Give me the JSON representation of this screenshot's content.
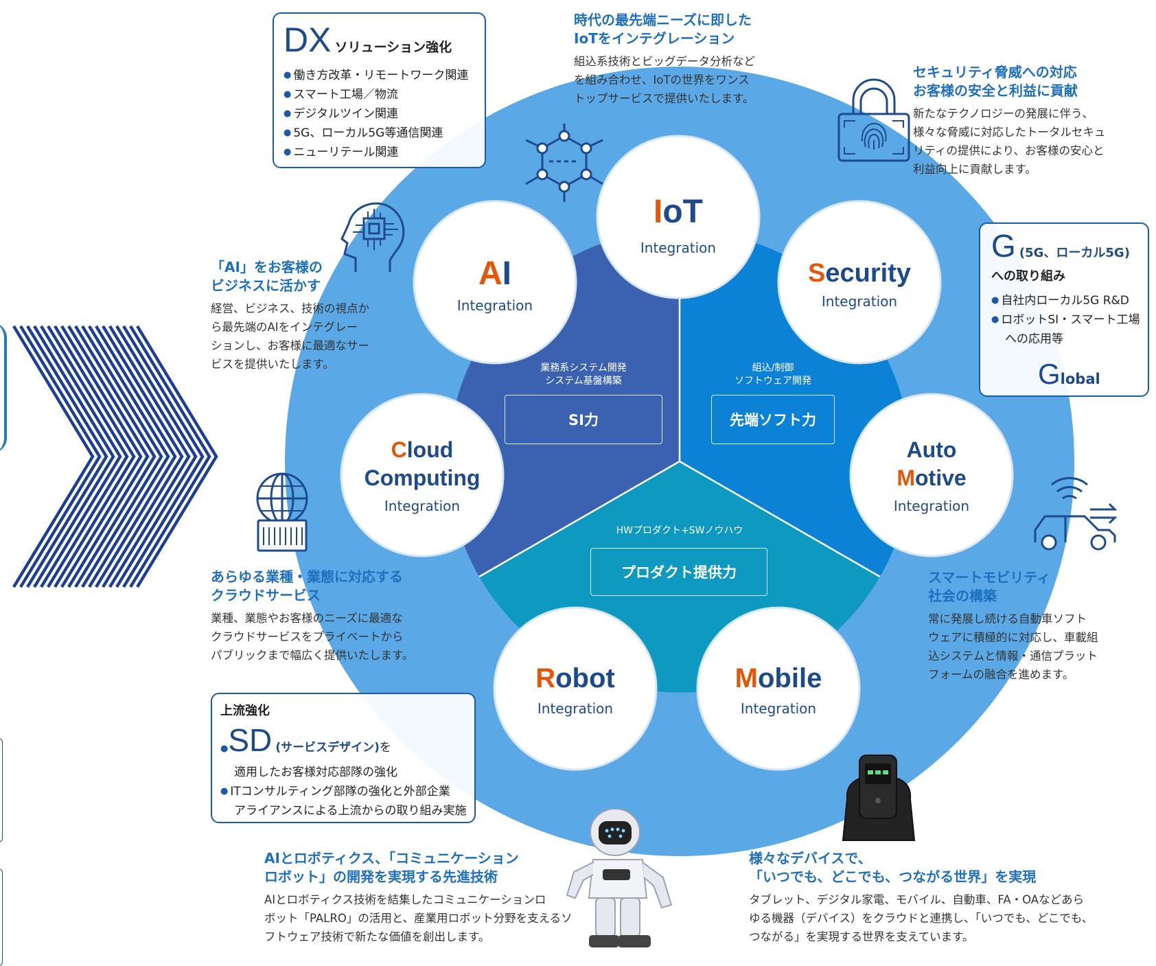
{
  "colors": {
    "outer_ring": "#5aa9e6",
    "si_sector": "#3a62b0",
    "soft_sector": "#0b82d6",
    "product_sector": "#0e99c0",
    "accent_orange": "#e2570a",
    "navy": "#1c4a8c",
    "heading_blue": "#1f6fbf"
  },
  "circles": [
    {
      "id": "iot",
      "accent": "I",
      "rest": "oT",
      "sub": "Integration"
    },
    {
      "id": "ai",
      "accent": "A",
      "rest": "I",
      "sub": "Integration"
    },
    {
      "id": "security",
      "accent": "S",
      "rest": "ecurity",
      "sub": "Integration"
    },
    {
      "id": "cloud",
      "line1_accent": "C",
      "line1_rest": "loud",
      "line2": "Computing",
      "sub": "Integration"
    },
    {
      "id": "auto",
      "line1": "Auto",
      "line2_accent": "M",
      "line2_rest": "otive",
      "sub": "Integration"
    },
    {
      "id": "robot",
      "accent": "R",
      "rest": "obot",
      "sub": "Integration"
    },
    {
      "id": "mobile",
      "accent": "M",
      "rest": "obile",
      "sub": "Integration"
    }
  ],
  "center": {
    "si": {
      "top1": "業務系システム開発",
      "top2": "システム基盤構築",
      "box": "SI力"
    },
    "soft": {
      "top1": "組込/制御",
      "top2": "ソフトウェア開発",
      "box": "先端ソフト力"
    },
    "product": {
      "top": "HWプロダクト+SWノウハウ",
      "box": "プロダクト提供力"
    }
  },
  "dx": {
    "big": "DX",
    "title": "ソリューション強化",
    "items": [
      "働き方改革・リモートワーク関連",
      "スマート工場／物流",
      "デジタルツイン関連",
      "5G、ローカル5G等通信関連",
      "ニューリテール関連"
    ]
  },
  "iot_text": {
    "h1": "時代の最先端ニーズに即した",
    "h2": "IoTをインテグレーション",
    "b1": "組込系技術とビッグデータ分析など",
    "b2": "を組み合わせ、IoTの世界をワンス",
    "b3": "トップサービスで提供いたします。"
  },
  "security_text": {
    "h1": "セキュリティ脅威への対応",
    "h2": "お客様の安全と利益に貢献",
    "b1": "新たなテクノロジーの発展に伴う、",
    "b2": "様々な脅威に対応したトータルセキュ",
    "b3": "リティの提供により、お客様の安心と",
    "b4": "利益向上に貢献します。"
  },
  "g_box": {
    "big": "G",
    "paren": "(5G、ローカル5G)",
    "title": "への取り組み",
    "items": [
      "自社内ローカル5G R&D",
      "ロボットSI・スマート工場"
    ],
    "item2_cont": "への応用等",
    "global_big": "G",
    "global_rest": "lobal"
  },
  "ai_text": {
    "h1": "「AI」をお客様の",
    "h2": "ビジネスに活かす",
    "b1": "経営、ビジネス、技術の視点か",
    "b2": "ら最先端のAIをインテグレー",
    "b3": "ションし、お客様に最適なサー",
    "b4": "ビスを提供いたします。"
  },
  "cloud_text": {
    "h1": "あらゆる業種・業態に対応する",
    "h2": "クラウドサービス",
    "b1": "業種、業態やお客様のニーズに最適な",
    "b2": "クラウドサービスをプライベートから",
    "b3": "パブリックまで幅広く提供いたします。"
  },
  "auto_text": {
    "h1": "スマートモビリティ",
    "h2": "社会の構築",
    "b1": "常に発展し続ける自動車ソフト",
    "b2": "ウェアに積極的に対応し、車載組",
    "b3": "込システムと情報・通信プラット",
    "b4": "フォームの融合を進めます。"
  },
  "upstream": {
    "title": "上流強化",
    "sd_big": "SD",
    "sd_paren": "(サービスデザイン)",
    "sd_suffix": "を",
    "sd_cont": "適用したお客様対応部隊の強化",
    "item2": "ITコンサルティング部隊の強化と外部企業",
    "item2_cont": "アライアンスによる上流からの取り組み実施"
  },
  "robot_text": {
    "h1": "AIとロボティクス、「コミュニケーション",
    "h2": "ロボット」の開発を実現する先進技術",
    "b1": "AIとロボティクス技術を結集したコミュニケーションロ",
    "b2": "ボット「PALRO」の活用と、産業用ロボット分野を支えるソ",
    "b3": "フトウェア技術で新たな価値を創出します。"
  },
  "mobile_text": {
    "h1": "様々なデバイスで、",
    "h2": "「いつでも、どこでも、つながる世界」を実現",
    "b1": "タブレット、デジタル家電、モバイル、自動車、FA・OAなどあら",
    "b2": "ゆる機器（デバイス）をクラウドと連携し、「いつでも、どこでも、",
    "b3": "つながる」を実現する世界を支えています。"
  }
}
